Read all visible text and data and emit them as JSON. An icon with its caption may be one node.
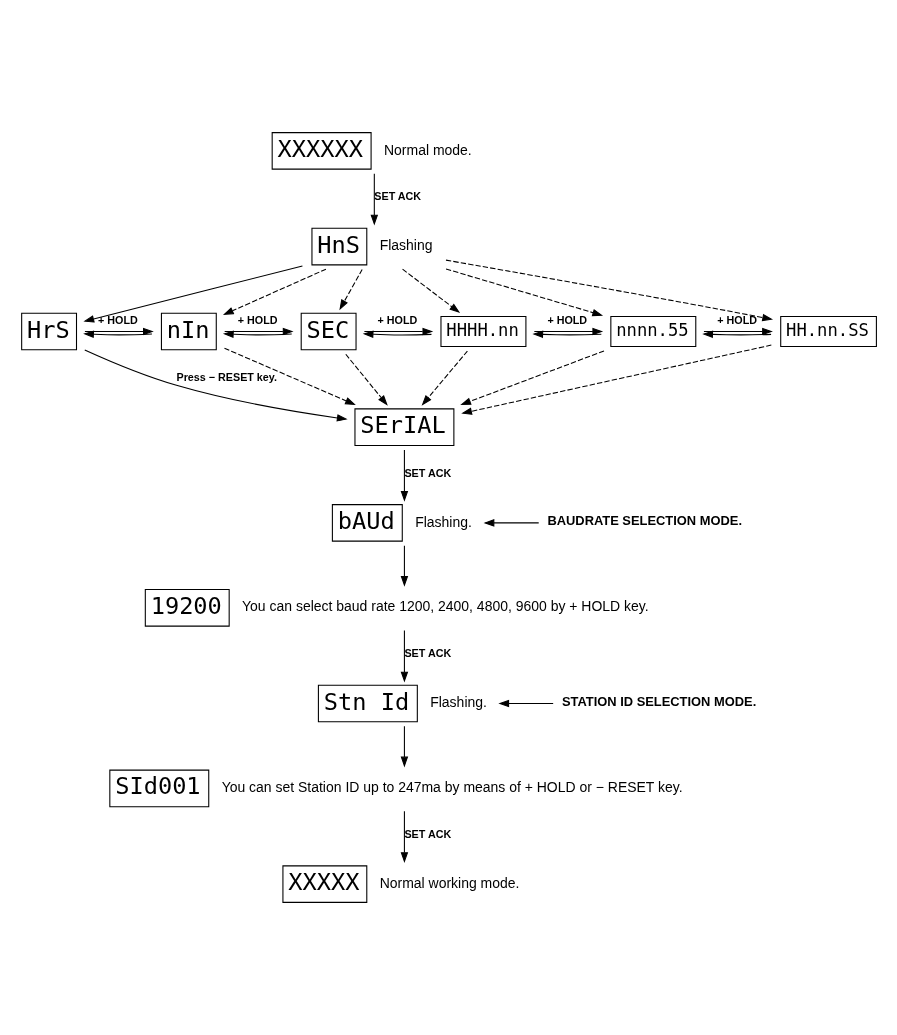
{
  "diagram": {
    "nodes": [
      {
        "text": [
          "XXXXXX"
        ],
        "beside": [
          "Normal mode."
        ]
      },
      {
        "text": [
          "HnS"
        ],
        "beside": [
          "Flashing"
        ]
      },
      {
        "text": [
          "HrS"
        ]
      },
      {
        "text": [
          "nIn"
        ]
      },
      {
        "text": [
          "SEC"
        ]
      },
      {
        "text": [
          "HHHH.nn"
        ]
      },
      {
        "text": [
          "nnnn.55"
        ]
      },
      {
        "text": [
          "HH.nn.SS"
        ]
      },
      {
        "text": [
          "SErIAL"
        ]
      },
      {
        "text": [
          "bAUd"
        ],
        "beside": [
          "Flashing."
        ]
      },
      {
        "text": [
          "19200"
        ],
        "beside": [
          "You can select baud rate 1200, 2400, 4800, 9600 by + HOLD key."
        ]
      },
      {
        "text": [
          "Stn Id"
        ],
        "beside": [
          "Flashing."
        ]
      },
      {
        "text": [
          "SId001"
        ],
        "beside": [
          "You can set Station ID up to 247ma by means of + HOLD or − RESET key."
        ]
      },
      {
        "text": [
          "XXXXX"
        ],
        "beside": [
          "Normal working mode."
        ]
      },
      {
        "text": [
          "BAUDRATE SELECTION MODE."
        ]
      },
      {
        "text": [
          "STATION ID SELECTION MODE."
        ]
      }
    ],
    "edges": [
      {
        "from": 0,
        "to": 1,
        "arrow": "to",
        "label": "SET ACK"
      },
      {
        "from": 1,
        "to": 2,
        "arrow": "to"
      },
      {
        "from": 1,
        "to": 3,
        "arrow": "to",
        "style": "dashed"
      },
      {
        "from": 1,
        "to": 4,
        "arrow": "to",
        "style": "dashed"
      },
      {
        "from": 1,
        "to": 5,
        "arrow": "to",
        "style": "dashed"
      },
      {
        "from": 1,
        "to": 6,
        "arrow": "to",
        "style": "dashed"
      },
      {
        "from": 1,
        "to": 7,
        "arrow": "to",
        "style": "dashed"
      },
      {
        "from": 2,
        "to": 3,
        "arrow": "to",
        "label": "+ HOLD"
      },
      {
        "from": 3,
        "to": 2,
        "arrow": "to"
      },
      {
        "from": 3,
        "to": 4,
        "arrow": "to",
        "label": "+ HOLD"
      },
      {
        "from": 4,
        "to": 3,
        "arrow": "to"
      },
      {
        "from": 4,
        "to": 5,
        "arrow": "to",
        "label": "+ HOLD"
      },
      {
        "from": 5,
        "to": 4,
        "arrow": "to"
      },
      {
        "from": 5,
        "to": 6,
        "arrow": "to",
        "label": "+ HOLD"
      },
      {
        "from": 6,
        "to": 5,
        "arrow": "to"
      },
      {
        "from": 6,
        "to": 7,
        "arrow": "to",
        "label": "+ HOLD"
      },
      {
        "from": 7,
        "to": 6,
        "arrow": "to"
      },
      {
        "from": 2,
        "to": 8,
        "arrow": "to",
        "label": "Press − RESET key."
      },
      {
        "from": 3,
        "to": 8,
        "arrow": "to",
        "style": "dashed"
      },
      {
        "from": 4,
        "to": 8,
        "arrow": "to",
        "style": "dashed"
      },
      {
        "from": 5,
        "to": 8,
        "arrow": "to",
        "style": "dashed"
      },
      {
        "from": 6,
        "to": 8,
        "arrow": "to",
        "style": "dashed"
      },
      {
        "from": 7,
        "to": 8,
        "arrow": "to",
        "style": "dashed"
      },
      {
        "from": 8,
        "to": 9,
        "arrow": "to",
        "label": "SET ACK"
      },
      {
        "from": 9,
        "to": 10,
        "arrow": "to"
      },
      {
        "from": 10,
        "to": 11,
        "arrow": "to",
        "label": "SET ACK"
      },
      {
        "from": 11,
        "to": 12,
        "arrow": "to"
      },
      {
        "from": 12,
        "to": 13,
        "arrow": "to",
        "label": "SET ACK"
      },
      {
        "from": 14,
        "to": 9,
        "arrow": "to"
      },
      {
        "from": 15,
        "to": 11,
        "arrow": "to"
      }
    ]
  }
}
